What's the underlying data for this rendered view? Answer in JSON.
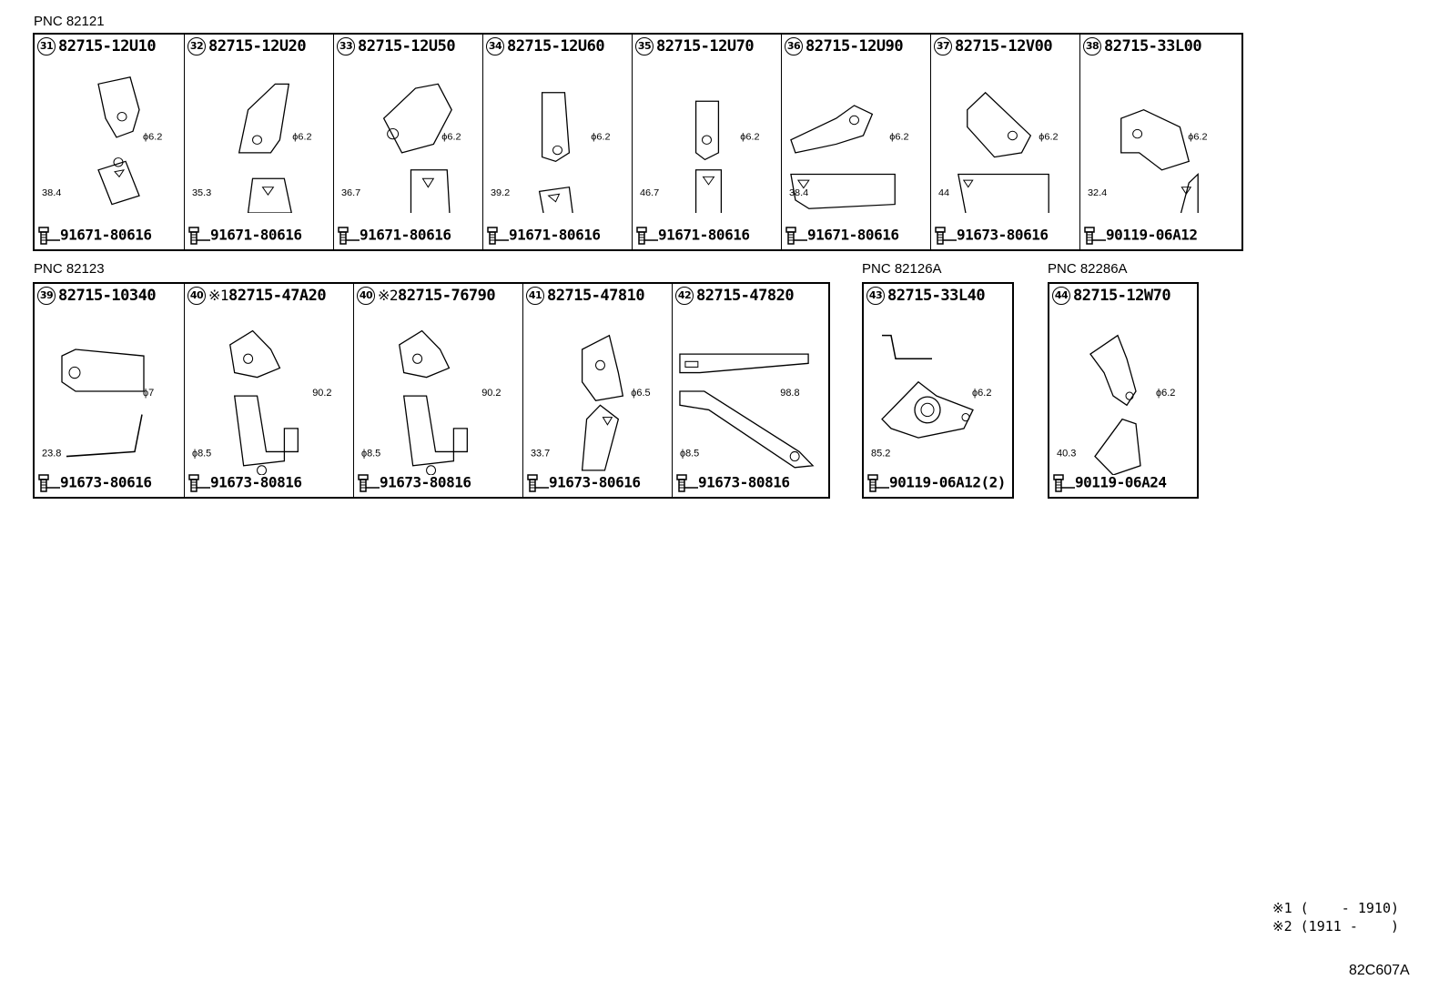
{
  "groups": [
    {
      "pnc": "PNC 82121"
    },
    {
      "pnc": "PNC 82123"
    },
    {
      "pnc": "PNC 82126A"
    },
    {
      "pnc": "PNC 82286A"
    }
  ],
  "row1": [
    {
      "num": "31",
      "mark": "",
      "part": "82715-12U10",
      "bolt": "91671-80616",
      "dims": [
        "ϕ6.2",
        "38.4"
      ]
    },
    {
      "num": "32",
      "mark": "",
      "part": "82715-12U20",
      "bolt": "91671-80616",
      "dims": [
        "ϕ6.2",
        "35.3"
      ]
    },
    {
      "num": "33",
      "mark": "",
      "part": "82715-12U50",
      "bolt": "91671-80616",
      "dims": [
        "ϕ6.2",
        "36.7"
      ]
    },
    {
      "num": "34",
      "mark": "",
      "part": "82715-12U60",
      "bolt": "91671-80616",
      "dims": [
        "ϕ6.2",
        "39.2"
      ]
    },
    {
      "num": "35",
      "mark": "",
      "part": "82715-12U70",
      "bolt": "91671-80616",
      "dims": [
        "ϕ6.2",
        "46.7"
      ]
    },
    {
      "num": "36",
      "mark": "",
      "part": "82715-12U90",
      "bolt": "91671-80616",
      "dims": [
        "ϕ6.2",
        "38.4"
      ]
    },
    {
      "num": "37",
      "mark": "",
      "part": "82715-12V00",
      "bolt": "91673-80616",
      "dims": [
        "ϕ6.2",
        "44"
      ]
    },
    {
      "num": "38",
      "mark": "",
      "part": "82715-33L00",
      "bolt": "90119-06A12",
      "dims": [
        "ϕ6.2",
        "32.4"
      ]
    }
  ],
  "row2a": [
    {
      "num": "39",
      "mark": "",
      "part": "82715-10340",
      "bolt": "91673-80616",
      "dims": [
        "ϕ7",
        "23.8"
      ]
    },
    {
      "num": "40",
      "mark": "※1",
      "part": "82715-47A20",
      "bolt": "91673-80816",
      "dims": [
        "90.2",
        "ϕ8.5"
      ]
    },
    {
      "num": "40",
      "mark": "※2",
      "part": "82715-76790",
      "bolt": "91673-80816",
      "dims": [
        "90.2",
        "ϕ8.5"
      ]
    },
    {
      "num": "41",
      "mark": "",
      "part": "82715-47810",
      "bolt": "91673-80616",
      "dims": [
        "ϕ6.5",
        "33.7"
      ]
    },
    {
      "num": "42",
      "mark": "",
      "part": "82715-47820",
      "bolt": "91673-80816",
      "dims": [
        "98.8",
        "ϕ8.5"
      ]
    }
  ],
  "row2b": [
    {
      "num": "43",
      "mark": "",
      "part": "82715-33L40",
      "bolt": "90119-06A12(2)",
      "dims": [
        "ϕ6.2",
        "85.2"
      ]
    }
  ],
  "row2c": [
    {
      "num": "44",
      "mark": "",
      "part": "82715-12W70",
      "bolt": "90119-06A24",
      "dims": [
        "ϕ6.2",
        "40.3"
      ]
    }
  ],
  "notes": [
    "※1 (    - 1910)",
    "※2 (1911 -    )"
  ],
  "diagram_code": "82C607A"
}
